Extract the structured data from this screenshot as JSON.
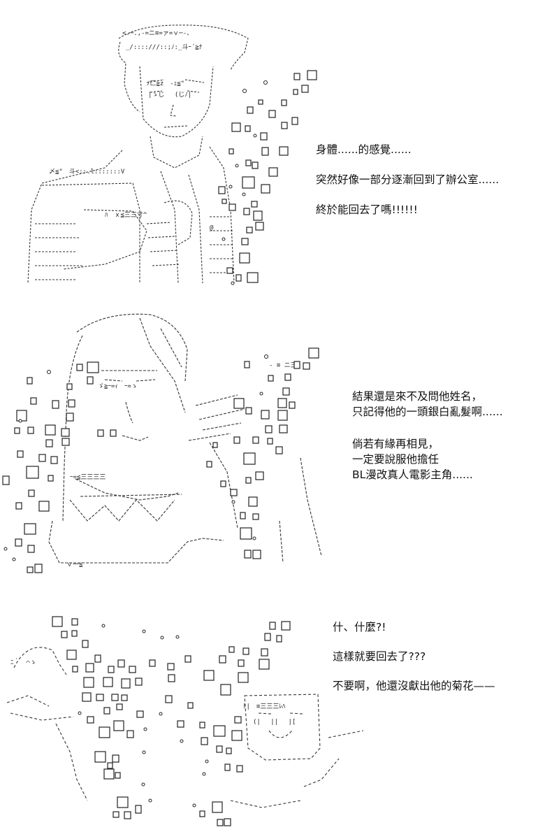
{
  "panels": [
    {
      "lines": [
        "身體......的感覺......",
        "突然好像一部分逐漸回到了辦公室......",
        "終於能回去了嗎!!!!!!"
      ]
    },
    {
      "lines": [
        "結果還是來不及問他姓名，",
        "只記得他的一頭銀白亂髮啊......",
        "倘若有緣再相見，",
        "一定要說服他擔任",
        "BL漫改真人電影主角......"
      ]
    },
    {
      "lines": [
        "什、什麼?!",
        "這樣就要回去了???",
        "不要啊，他還沒獻出他的菊花——"
      ]
    }
  ],
  "colors": {
    "ink": "#111111",
    "line_art": "#333333",
    "background": "#ffffff"
  },
  "icons": [
    "dissolving-square-particles",
    "ascii-art-character"
  ]
}
